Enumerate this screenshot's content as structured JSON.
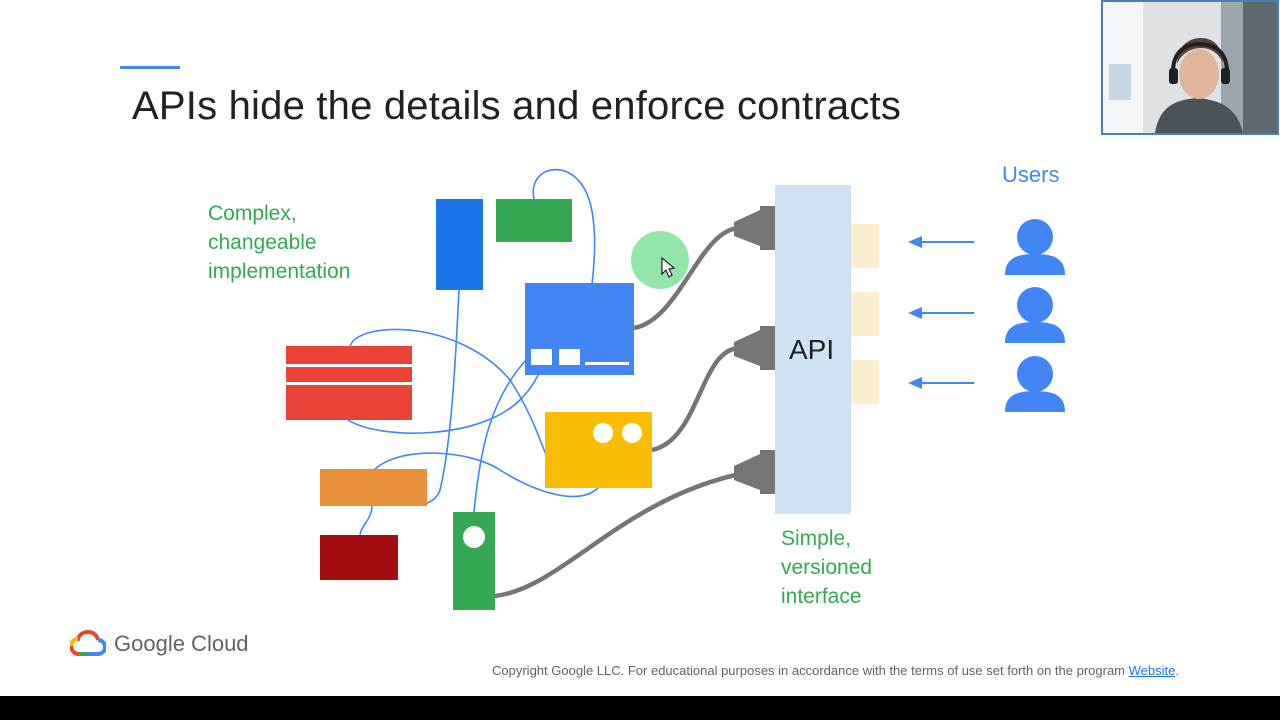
{
  "slide": {
    "title": "APIs hide the details and enforce contracts",
    "implementation_label": [
      "Complex,",
      "changeable",
      "implementation"
    ],
    "interface_label": [
      "Simple,",
      "versioned",
      "interface"
    ],
    "users_label": "Users",
    "api_label": "API"
  },
  "footer": {
    "brand": "Google Cloud",
    "copyright_text": "Copyright Google LLC. For educational purposes in accordance with the terms of use set forth on the program ",
    "link_text": "Website",
    "trailing": "."
  },
  "colors": {
    "accent_blue": "#4285f4",
    "green": "#34a853",
    "red": "#ea4335",
    "yellow": "#fbbc04",
    "orange": "#e8903a",
    "dark_red": "#a50e0e",
    "api_panel": "#cfe2f3",
    "connector": "#757575",
    "request_box": "#fcefcf"
  },
  "icons": [
    "user-icon",
    "left-arrow-icon",
    "connector-plug-icon",
    "cursor-icon",
    "google-cloud-logo-icon"
  ]
}
